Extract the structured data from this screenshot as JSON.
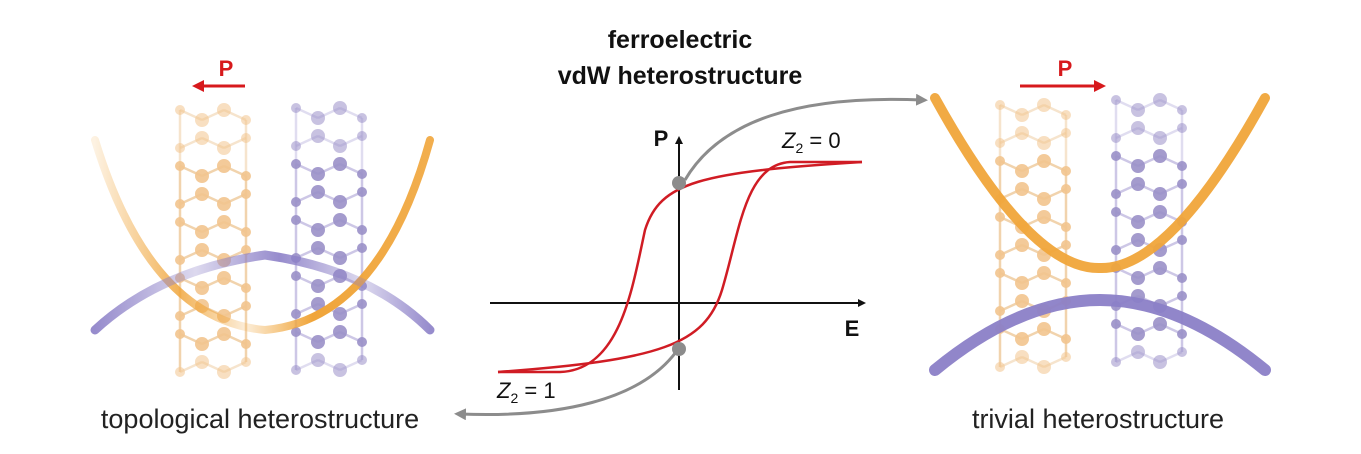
{
  "title": {
    "line1": "ferroelectric",
    "line2": "vdW heterostructure"
  },
  "left_panel": {
    "polarization_label": "P",
    "polarization_direction": "left",
    "caption": "topological heterostructure"
  },
  "right_panel": {
    "polarization_label": "P",
    "polarization_direction": "right",
    "caption": "trivial heterostructure"
  },
  "hysteresis": {
    "y_axis_label": "P",
    "x_axis_label": "E",
    "upper_state": {
      "symbol": "Z",
      "subscript": "2",
      "rest": " = 0"
    },
    "lower_state": {
      "symbol": "Z",
      "subscript": "2",
      "rest": " = 1"
    }
  },
  "colors": {
    "polarization_arrow": "#d7191c",
    "hysteresis_loop": "#d01c24",
    "conduction_band": "#f0a53a",
    "valence_band": "#8b7fc7",
    "atom_orange": "#f2c48e",
    "atom_purple": "#9a90c8",
    "connector_arrow": "#8c8c8c"
  }
}
